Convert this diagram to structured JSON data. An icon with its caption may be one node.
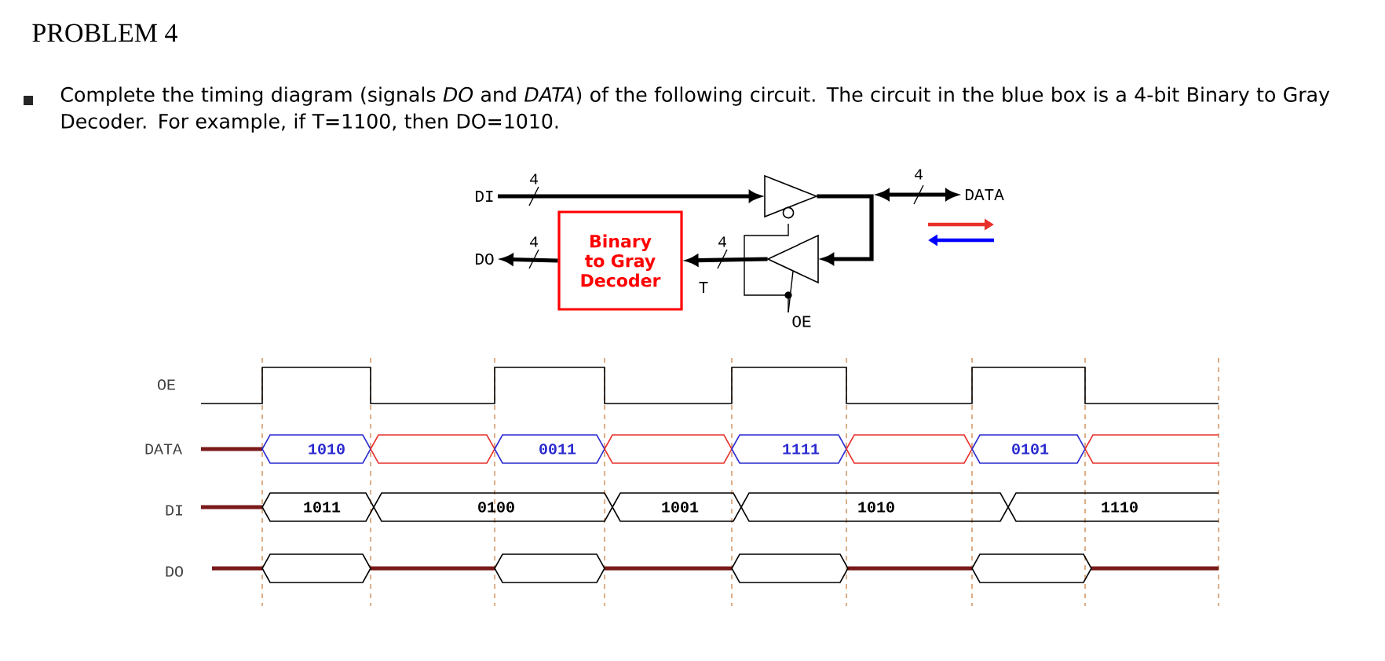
{
  "diagram": {
    "title": "PROBLEM 4",
    "nodes": [
      {
        "text": [
          "DI"
        ]
      },
      {
        "text": [],
        "shape": "triangle"
      },
      {
        "text": [
          "DATA"
        ]
      },
      {
        "text": [
          "DO"
        ]
      },
      {
        "text": [
          "Binary to Gray Decoder"
        ]
      },
      {
        "text": [],
        "shape": "triangle"
      },
      {
        "text": [
          "OE"
        ]
      }
    ],
    "edges": [
      {
        "from": 0,
        "to": 1,
        "arrow": "to"
      },
      {
        "from": null,
        "to": 2,
        "arrow": "both"
      },
      {
        "from": 1,
        "to": 5,
        "arrow": "to"
      },
      {
        "from": 5,
        "to": 4,
        "arrow": "to"
      },
      {
        "from": 4,
        "to": 3,
        "arrow": "to"
      },
      {
        "from": 6,
        "to": 5,
        "arrow": "none"
      },
      {
        "from": 6,
        "to": 1,
        "arrow": "none"
      }
    ],
    "labels": [
      "Complete the timing diagram (signals *DO* and *DATA*) of the following circuit. The circuit in the blue box is a 4-bit Binary to Gray Decoder. For example, if T=1100, then DO=1010.",
      "4",
      "4",
      "4",
      "4",
      "T",
      "OE",
      "DATA",
      "1010",
      "0011",
      "1111",
      "0101",
      "DI",
      "1011",
      "0100",
      "1001",
      "1010",
      "1110",
      "DO"
    ]
  }
}
